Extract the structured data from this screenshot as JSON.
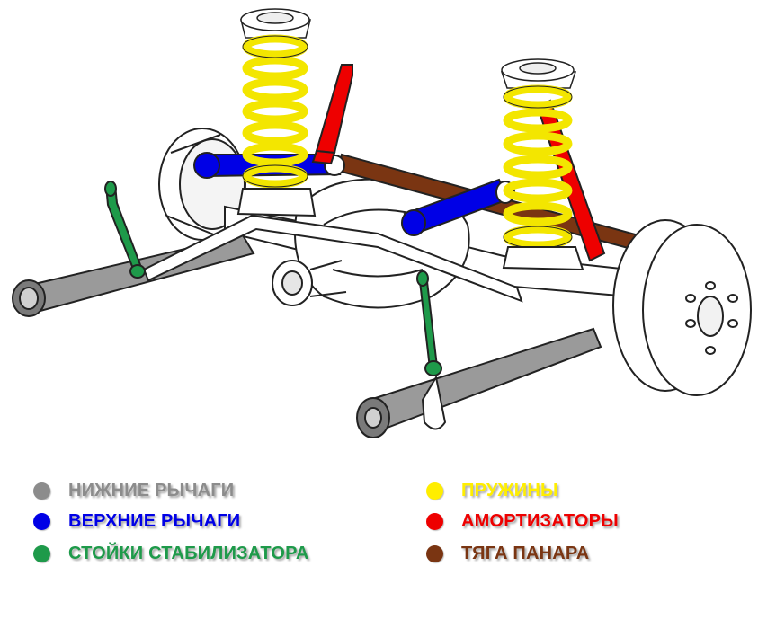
{
  "legend": {
    "lower_arms": {
      "label": "НИЖНИЕ РЫЧАГИ",
      "color": "#8c8c8c"
    },
    "upper_arms": {
      "label": "ВЕРХНИЕ РЫЧАГИ",
      "color": "#0000e6"
    },
    "stabilizer_links": {
      "label": "СТОЙКИ СТАБИЛИЗАТОРА",
      "color": "#1e9a4a"
    },
    "springs": {
      "label": "ПРУЖИНЫ",
      "color": "#ffee00"
    },
    "shock_absorbers": {
      "label": "АМОРТИЗАТОРЫ",
      "color": "#ee0000"
    },
    "panhard_rod": {
      "label": "ТЯГА ПАНАРА",
      "color": "#7a3512"
    }
  },
  "colors": {
    "line": "#222222",
    "part_fill": "#ffffff",
    "shading": "#dcdcdc"
  }
}
